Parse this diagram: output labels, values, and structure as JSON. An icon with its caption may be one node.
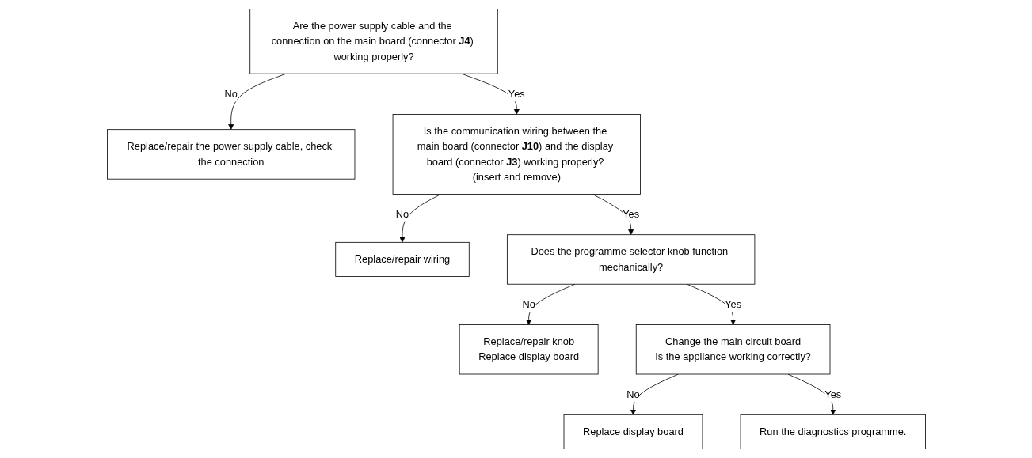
{
  "diagram": {
    "nodes": [
      {
        "text": [
          "Are the power supply cable and the connection on the main board (connector **J4**) working properly?"
        ]
      },
      {
        "text": [
          "Replace/repair the power supply cable, check the connection"
        ]
      },
      {
        "text": [
          "Is the communication wiring between the main board (connector **J10**) and the display board (connector **J3**) working properly? (insert and remove)"
        ]
      },
      {
        "text": [
          "Replace/repair wiring"
        ]
      },
      {
        "text": [
          "Does the programme selector knob function mechanically?"
        ]
      },
      {
        "text": [
          "Replace/repair knob",
          "Replace display board"
        ]
      },
      {
        "text": [
          "Change the main circuit board",
          "Is the appliance working correctly?"
        ]
      },
      {
        "text": [
          "Replace display board"
        ]
      },
      {
        "text": [
          "Run the diagnostics programme."
        ]
      }
    ],
    "edges": [
      {
        "from": 0,
        "to": 1,
        "arrow": "to",
        "label": "No"
      },
      {
        "from": 0,
        "to": 2,
        "arrow": "to",
        "label": "Yes"
      },
      {
        "from": 2,
        "to": 3,
        "arrow": "to",
        "label": "No"
      },
      {
        "from": 2,
        "to": 4,
        "arrow": "to",
        "label": "Yes"
      },
      {
        "from": 4,
        "to": 5,
        "arrow": "to",
        "label": "No"
      },
      {
        "from": 4,
        "to": 6,
        "arrow": "to",
        "label": "Yes"
      },
      {
        "from": 6,
        "to": 7,
        "arrow": "to",
        "label": "No"
      },
      {
        "from": 6,
        "to": 8,
        "arrow": "to",
        "label": "Yes"
      }
    ]
  }
}
